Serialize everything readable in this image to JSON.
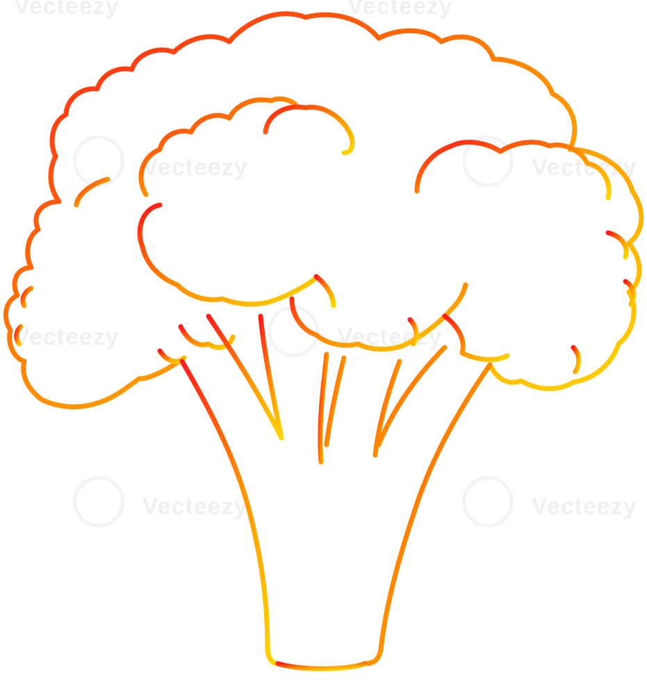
{
  "illustration": {
    "subject": "broccoli",
    "style": "line-art",
    "gradient": {
      "top_left_color": "#ff1a1a",
      "middle_color": "#ff8c00",
      "bottom_right_color": "#ffd700"
    },
    "background": "#ffffff"
  },
  "watermark": {
    "text": "Vecteezy",
    "color": "#e6e6e6"
  }
}
